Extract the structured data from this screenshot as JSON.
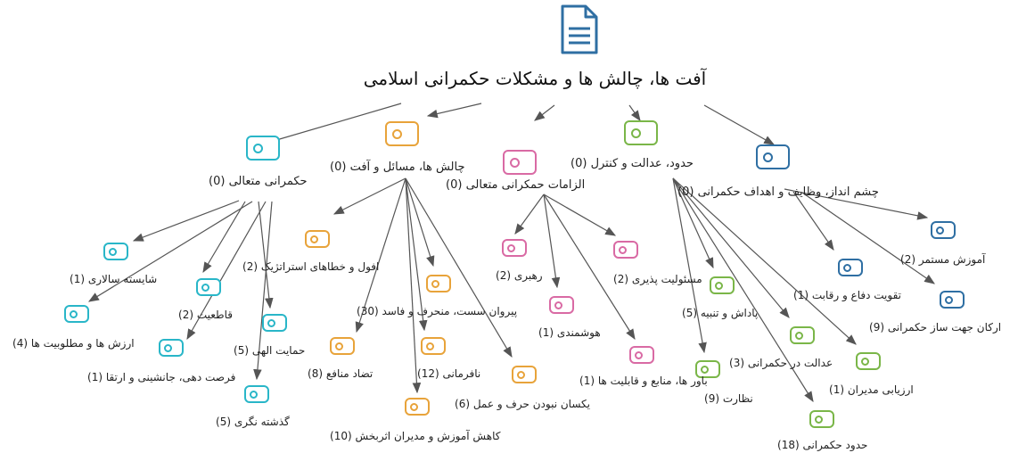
{
  "root": {
    "title": "آفت ها، چالش ها و مشکلات حکمرانی اسلامی"
  },
  "colors": {
    "blue": "#2f6fa3",
    "cyan": "#29b6c8",
    "orange": "#e8a33a",
    "pink": "#d96aa4",
    "green": "#7ab648",
    "edge": "#555555"
  },
  "branches": [
    {
      "id": "b1",
      "label": "چشم انداز، وظایف و اهداف حکمرانی (0)",
      "color": "blue",
      "children": [
        {
          "label": "آموزش مستمر (2)"
        },
        {
          "label": "تقویت دفاع و رقابت (1)"
        },
        {
          "label": "ارکان جهت ساز حکمرانی (9)"
        }
      ]
    },
    {
      "id": "b2",
      "label": "حدود، عدالت و کنترل (0)",
      "color": "green",
      "children": [
        {
          "label": "پاداش و تنبیه (5)"
        },
        {
          "label": "عدالت در حکمرانی (3)"
        },
        {
          "label": "ارزیابی مدیران (1)"
        },
        {
          "label": "نظارت (9)"
        },
        {
          "label": "حدود حکمرانی (18)"
        }
      ]
    },
    {
      "id": "b3",
      "label": "الزامات حمکرانی متعالی (0)",
      "color": "pink",
      "children": [
        {
          "label": "رهبری (2)"
        },
        {
          "label": "مسئولیت پذیری (2)"
        },
        {
          "label": "هوشمندی (1)"
        },
        {
          "label": "باور ها، منابع و قابلیت ها (1)"
        }
      ]
    },
    {
      "id": "b4",
      "label": "چالش ها، مسائل و آفت (0)",
      "color": "orange",
      "children": [
        {
          "label": "افول و خطاهای استراتژیک (2)"
        },
        {
          "label": "پیروان سست، منحرف و فاسد (30)"
        },
        {
          "label": "تضاد منافع (8)"
        },
        {
          "label": "نافرمانی (12)"
        },
        {
          "label": "یکسان نبودن حرف و عمل (6)"
        },
        {
          "label": "کاهش آموزش و مدیران اثربخش (10)"
        }
      ]
    },
    {
      "id": "b5",
      "label": "حکمرانی متعالی (0)",
      "color": "cyan",
      "children": [
        {
          "label": "شایسته سالاری (1)"
        },
        {
          "label": "قاطعیت (2)"
        },
        {
          "label": "ارزش ها و مطلوبیت ها (4)"
        },
        {
          "label": "حمایت الهی (5)"
        },
        {
          "label": "فرصت دهی، جانشینی و ارتقا (1)"
        },
        {
          "label": "گذشته نگری (5)"
        }
      ]
    }
  ]
}
